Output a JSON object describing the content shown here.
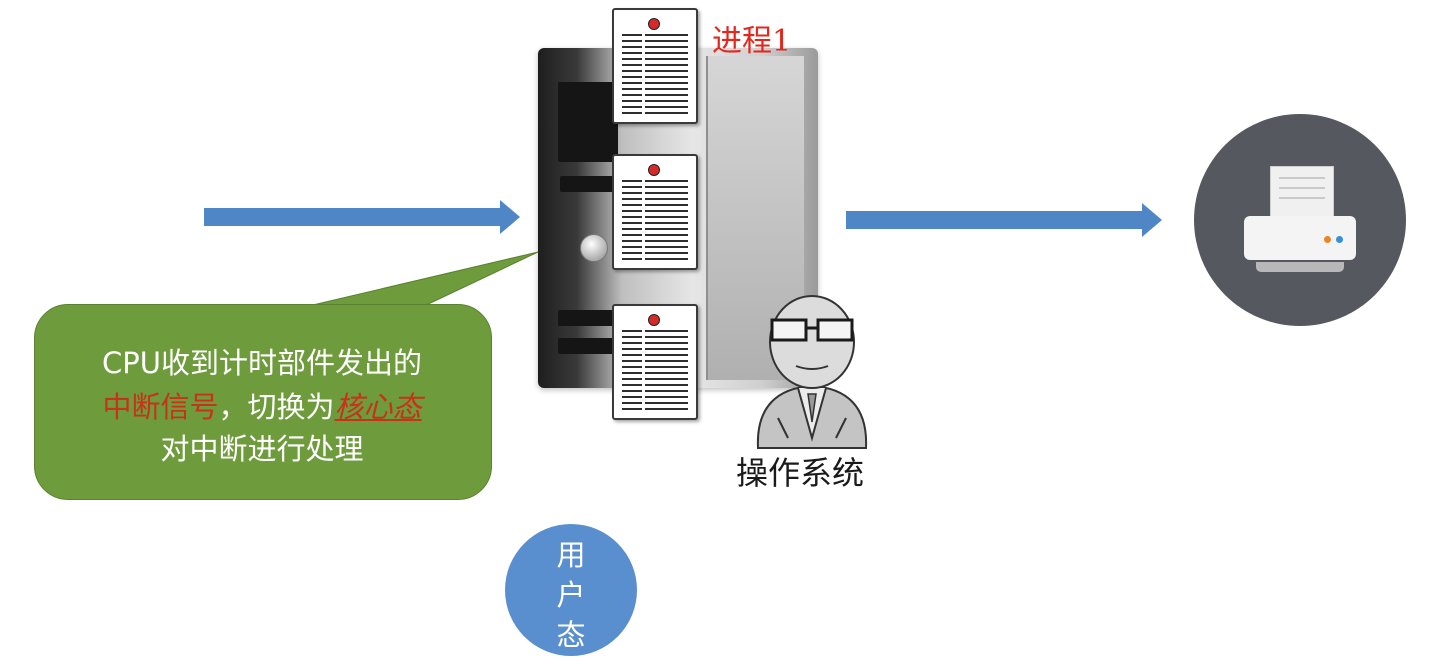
{
  "process": {
    "label": "进程1"
  },
  "os": {
    "label": "操作系统"
  },
  "callout": {
    "line1": "CPU收到计时部件发出的",
    "line2_red": "中断信号",
    "line2_mid": "，切换为",
    "line2_em": "核心态",
    "line3": "对中断进行处理"
  },
  "mode": {
    "chars": [
      "用",
      "户",
      "态"
    ]
  },
  "colors": {
    "arrow": "#4f86c6",
    "callout_bg": "#6e9b3c",
    "callout_highlight": "#c8321a",
    "process_label": "#e4271b",
    "mode_circle": "#5a8fcf",
    "printer_badge": "#55595f"
  },
  "icons": {
    "server": "server-tower-icon",
    "document": "document-page-icon",
    "os": "os-person-icon",
    "printer": "printer-icon"
  }
}
